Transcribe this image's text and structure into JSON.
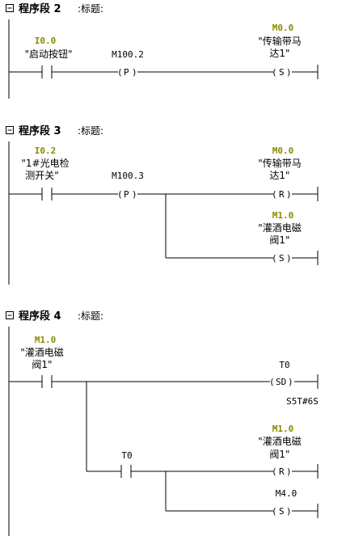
{
  "colors": {
    "address": "#8b8b00",
    "wire": "#000000",
    "background": "#ffffff"
  },
  "segments": [
    {
      "header": {
        "prefix": "程序段 2",
        "suffix": ":标题:"
      },
      "no_contact": {
        "address": "I0.0",
        "comment1": "\"启动按钮\"",
        "comment2": ""
      },
      "p_coil": {
        "address": "M100.2",
        "type": "P"
      },
      "coils": [
        {
          "address": "M0.0",
          "comment1": "\"传输带马",
          "comment2": "达1\"",
          "type": "S",
          "param": ""
        }
      ]
    },
    {
      "header": {
        "prefix": "程序段 3",
        "suffix": ":标题:"
      },
      "no_contact": {
        "address": "I0.2",
        "comment1": "\"1#光电检",
        "comment2": "测开关\""
      },
      "p_coil": {
        "address": "M100.3",
        "type": "P"
      },
      "coils": [
        {
          "address": "M0.0",
          "comment1": "\"传输带马",
          "comment2": "达1\"",
          "type": "R",
          "param": ""
        },
        {
          "address": "M1.0",
          "comment1": "\"灌酒电磁",
          "comment2": "阀1\"",
          "type": "S",
          "param": ""
        }
      ]
    },
    {
      "header": {
        "prefix": "程序段 4",
        "suffix": ":标题:"
      },
      "no_contact": {
        "address": "M1.0",
        "comment1": "\"灌酒电磁",
        "comment2": "阀1\""
      },
      "coils": [
        {
          "address": "T0",
          "comment1": "",
          "comment2": "",
          "type": "SD",
          "param": "S5T#6S"
        },
        {
          "address": "M1.0",
          "comment1": "\"灌酒电磁",
          "comment2": "阀1\"",
          "type": "R",
          "param": ""
        },
        {
          "address": "M4.0",
          "comment1": "",
          "comment2": "",
          "type": "S",
          "param": ""
        }
      ],
      "branch_contact": {
        "address": "T0"
      }
    }
  ]
}
